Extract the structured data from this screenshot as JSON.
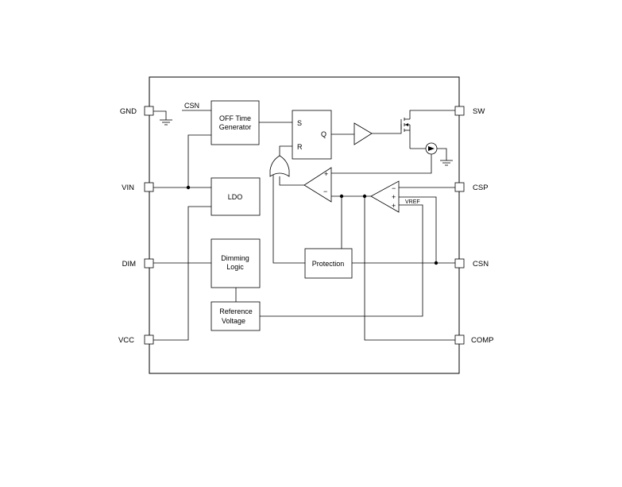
{
  "pins": {
    "gnd": "GND",
    "vin": "VIN",
    "dim": "DIM",
    "vcc": "VCC",
    "sw": "SW",
    "csp": "CSP",
    "csn": "CSN",
    "comp": "COMP"
  },
  "blocks": {
    "off_time": [
      "OFF Time",
      "Generator"
    ],
    "ldo": "LDO",
    "dimming": [
      "Dimming",
      "Logic"
    ],
    "reference": [
      "Reference",
      "Voltage"
    ],
    "protection": "Protection",
    "latch_s": "S",
    "latch_r": "R",
    "latch_q": "Q"
  },
  "signals": {
    "csn_input": "CSN",
    "vref": "VREF"
  },
  "comparator_signs": {
    "plus": "+",
    "minus": "−"
  }
}
